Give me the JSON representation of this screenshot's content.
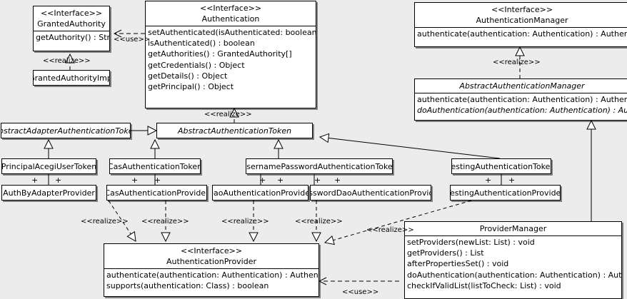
{
  "diagram": {
    "type": "uml-class-diagram",
    "background": "#ececec",
    "line_color": "#000000",
    "box_fill": "#ffffff"
  },
  "classes": {
    "granted_authority": {
      "stereotype": "<<Interface>>",
      "name": "GrantedAuthority",
      "members": [
        "getAuthority() : String"
      ]
    },
    "granted_authority_impl": {
      "name": "GrantedAuthorityImpl"
    },
    "authentication": {
      "stereotype": "<<Interface>>",
      "name": "Authentication",
      "members": [
        "setAuthenticated(isAuthenticated: boolean) : void",
        "isAuthenticated() : boolean",
        "getAuthorities() : GrantedAuthority[]",
        "getCredentials() : Object",
        "getDetails() : Object",
        "getPrincipal() : Object"
      ]
    },
    "authentication_manager": {
      "stereotype": "<<Interface>>",
      "name": "AuthenticationManager",
      "members": [
        "authenticate(authentication: Authentication) : Authentication"
      ]
    },
    "abstract_authentication_manager": {
      "name": "AbstractAuthenticationManager",
      "members": [
        "authenticate(authentication: Authentication) : Authentication",
        "doAuthentication(authentication: Authentication) : Authentication"
      ]
    },
    "abstract_adapter_authentication_token": {
      "name": "AbstractAdapterAuthenticationToken"
    },
    "abstract_authentication_token": {
      "name": "AbstractAuthenticationToken"
    },
    "principal_acegi_user_token": {
      "name": "PrincipalAcegiUserToken"
    },
    "cas_authentication_token": {
      "name": "CasAuthenticationToken"
    },
    "username_password_authentication_token": {
      "name": "UsernamePasswordAuthenticationToken"
    },
    "testing_authentication_token": {
      "name": "TestingAuthenticationToken"
    },
    "auth_by_adapter_provider": {
      "name": "AuthByAdapterProvider"
    },
    "cas_authentication_provider": {
      "name": "CasAuthenticationProvider"
    },
    "dao_authentication_provider": {
      "name": "DaoAuthenticationProvider"
    },
    "password_dao_authentication_provider": {
      "name": "PasswordDaoAuthenticationProvider"
    },
    "testing_authentication_provider": {
      "name": "TestingAuthenticationProvider"
    },
    "authentication_provider": {
      "stereotype": "<<Interface>>",
      "name": "AuthenticationProvider",
      "members": [
        "authenticate(authentication: Authentication) : Authentication",
        "supports(authentication: Class) : boolean"
      ]
    },
    "provider_manager": {
      "name": "ProviderManager",
      "members": [
        "setProviders(newList: List) : void",
        "getProviders() : List",
        "afterPropertiesSet() : void",
        "doAuthentication(authentication: Authentication) : Authentication",
        "checkIfValidList(listToCheck: List) : void"
      ]
    }
  },
  "edge_labels": {
    "use_granted_authority": "<<use>>",
    "realize_granted_authority_impl": "<<realize>>",
    "realize_abstract_authentication_token": "<<realize>>",
    "realize_abstract_authentication_manager": "<<realize>>",
    "realize_auth_by_adapter": "<<realize>>",
    "realize_cas_provider": "<<realize>>",
    "realize_dao_provider": "<<realize>>",
    "realize_password_dao_provider": "<<realize>>",
    "realize_testing_provider": "<<realize>>",
    "use_provider_manager": "<<use>>"
  },
  "association_markers": {
    "multiplicity": "+"
  }
}
